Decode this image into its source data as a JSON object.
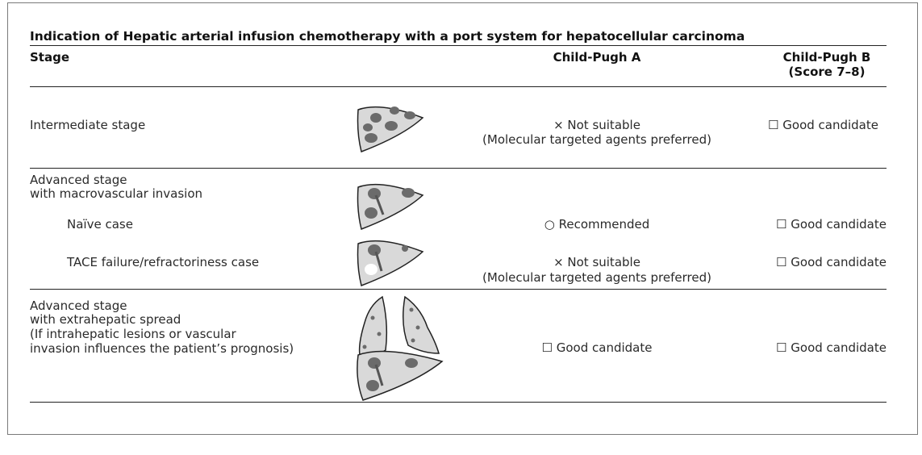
{
  "title": "Indication of Hepatic arterial infusion chemotherapy with a port system for hepatocellular carcinoma",
  "headers": {
    "stage": "Stage",
    "child_a": "Child-Pugh A",
    "child_b_line1": "Child-Pugh B",
    "child_b_line2": "(Score 7–8)"
  },
  "rows": {
    "intermediate": {
      "stage": "Intermediate stage",
      "a_line1": "× Not suitable",
      "a_line2": "(Molecular targeted agents preferred)",
      "b": "☐ Good candidate"
    },
    "macrovascular": {
      "stage_line1": "Advanced stage",
      "stage_line2": "with macrovascular invasion",
      "naive": {
        "label": "Naïve case",
        "a": "○ Recommended",
        "b": "☐ Good candidate"
      },
      "tace": {
        "label": "TACE failure/refractoriness case",
        "a_line1": "× Not suitable",
        "a_line2": "(Molecular targeted agents preferred)",
        "b": "☐ Good candidate"
      }
    },
    "extrahepatic": {
      "stage_line1": "Advanced stage",
      "stage_line2": "with extrahepatic spread",
      "stage_line3": "(If intrahepatic lesions or vascular",
      "stage_line4": "invasion influences the patient’s prognosis)",
      "a": "☐ Good candidate",
      "b": "☐ Good candidate"
    }
  },
  "colors": {
    "organ_fill": "#d9d9d9",
    "lesion_fill": "#6b6b6b",
    "outline": "#222222"
  }
}
